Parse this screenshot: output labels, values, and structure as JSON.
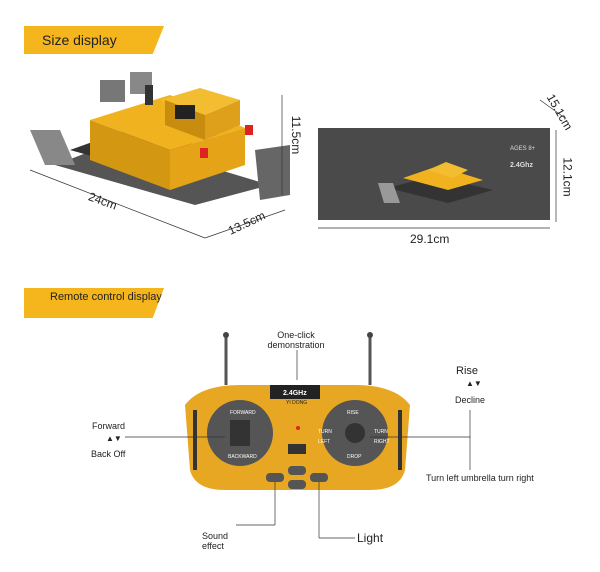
{
  "sections": {
    "size_title": "Size display",
    "remote_title": "Remote control display"
  },
  "dimensions": {
    "length": "24cm",
    "width": "13.5cm",
    "height": "11.5cm",
    "box_length": "29.1cm",
    "box_height": "12.1cm",
    "box_depth": "15.1cm"
  },
  "box_print": {
    "ages": "AGES 8+",
    "freq": "2.4Ghz"
  },
  "remote": {
    "freq": "2.4GHz",
    "brand": "YI DONG",
    "left_stick_top": "FORWARD",
    "left_stick_bottom": "BACKWARD",
    "right_stick_top": "RISE",
    "right_stick_bottom": "DROP",
    "right_stick_left": "TURN LEFT",
    "right_stick_right": "TURN RIGHT"
  },
  "callouts": {
    "demo": "One-click demonstration",
    "rise": "Rise",
    "decline": "Decline",
    "forward": "Forward",
    "back_off": "Back Off",
    "turn": "Turn left umbrella turn right",
    "sound": "Sound effect",
    "light": "Light"
  },
  "colors": {
    "accent": "#f5b51c",
    "box": "#4a4a4a",
    "remote_body": "#e8a722"
  }
}
